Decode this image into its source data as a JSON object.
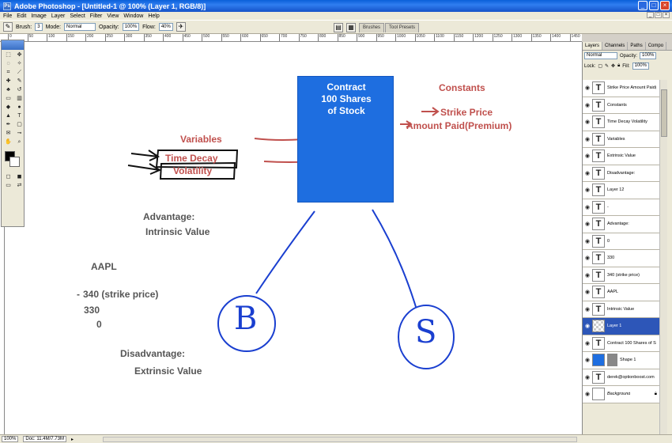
{
  "window": {
    "title": "Adobe Photoshop - [Untitled-1 @ 100% (Layer 1, RGB/8)]",
    "app_icon": "Ps",
    "controls": [
      "_",
      "□",
      "×"
    ]
  },
  "menu": [
    "File",
    "Edit",
    "Image",
    "Layer",
    "Select",
    "Filter",
    "View",
    "Window",
    "Help"
  ],
  "options_bar": {
    "brush_label": "Brush:",
    "brush_size": "3",
    "mode_label": "Mode:",
    "mode_value": "Normal",
    "opacity_label": "Opacity:",
    "opacity_value": "100%",
    "flow_label": "Flow:",
    "flow_value": "40%",
    "wells": [
      "Brushes",
      "Tool Presets"
    ]
  },
  "ruler_ticks": [
    "0",
    "50",
    "100",
    "150",
    "200",
    "250",
    "300",
    "350",
    "400",
    "450",
    "500",
    "550",
    "600",
    "650",
    "700",
    "750",
    "800",
    "850",
    "900",
    "950",
    "1000",
    "1050",
    "1100",
    "1150",
    "1200",
    "1250",
    "1300",
    "1350",
    "1400",
    "1450"
  ],
  "canvas": {
    "contract": [
      "Contract",
      "100 Shares",
      "of Stock"
    ],
    "constants_title": "Constants",
    "strike_price": "Strike Price",
    "amount_paid": "Amount Paid(Premium)",
    "variables_title": "Variables",
    "time_decay": "Time Decay",
    "volatility": "Volatility",
    "advantage": "Advantage:",
    "intrinsic_value": "Intrinsic Value",
    "ticker": "AAPL",
    "minus": "-",
    "strike_line": "340 (strike price)",
    "value_330": "330",
    "value_0": "0",
    "disadvantage": "Disadvantage:",
    "extrinsic_value": "Extrinsic Value",
    "buyer_letter": "B",
    "seller_letter": "S"
  },
  "layers_panel": {
    "tabs": [
      "Layers",
      "Channels",
      "Paths",
      "Compo"
    ],
    "blend_mode": "Normal",
    "opacity_label": "Opacity:",
    "opacity_value": "100%",
    "lock_label": "Lock:",
    "fill_label": "Fill:",
    "fill_value": "100%",
    "layers": [
      {
        "name": "Strike Price Amount Paid(...",
        "thumb": "T"
      },
      {
        "name": "Constants",
        "thumb": "T"
      },
      {
        "name": "Time Decay Volatility",
        "thumb": "T"
      },
      {
        "name": "Variables",
        "thumb": "T"
      },
      {
        "name": "Extrinsic Value",
        "thumb": "T"
      },
      {
        "name": "Disadvantage:",
        "thumb": "T"
      },
      {
        "name": "Layer 12",
        "thumb": "T"
      },
      {
        "name": "-",
        "thumb": "T"
      },
      {
        "name": "Advantage:",
        "thumb": "T"
      },
      {
        "name": "0",
        "thumb": "T"
      },
      {
        "name": "330",
        "thumb": "T"
      },
      {
        "name": "340 (strike price)",
        "thumb": "T"
      },
      {
        "name": "AAPL",
        "thumb": "T"
      },
      {
        "name": "Intrinsic Value",
        "thumb": "T"
      },
      {
        "name": "Layer 1",
        "thumb": "",
        "selected": true
      },
      {
        "name": "Contract 100 Shares of Sto...",
        "thumb": "T"
      },
      {
        "name": "Shape 1",
        "thumb": ""
      },
      {
        "name": "derek@optionboost.com",
        "thumb": "T"
      },
      {
        "name": "Background",
        "thumb": ""
      }
    ]
  },
  "status": {
    "zoom": "100%",
    "doc": "Doc: 11.4M/7.73M"
  },
  "colors": {
    "contract_blue": "#1e6ee0",
    "annotation_red": "#c0504d",
    "annotation_gray": "#555555",
    "ink_blue": "#1a3fd0",
    "selection_blue": "#2d56b8"
  }
}
